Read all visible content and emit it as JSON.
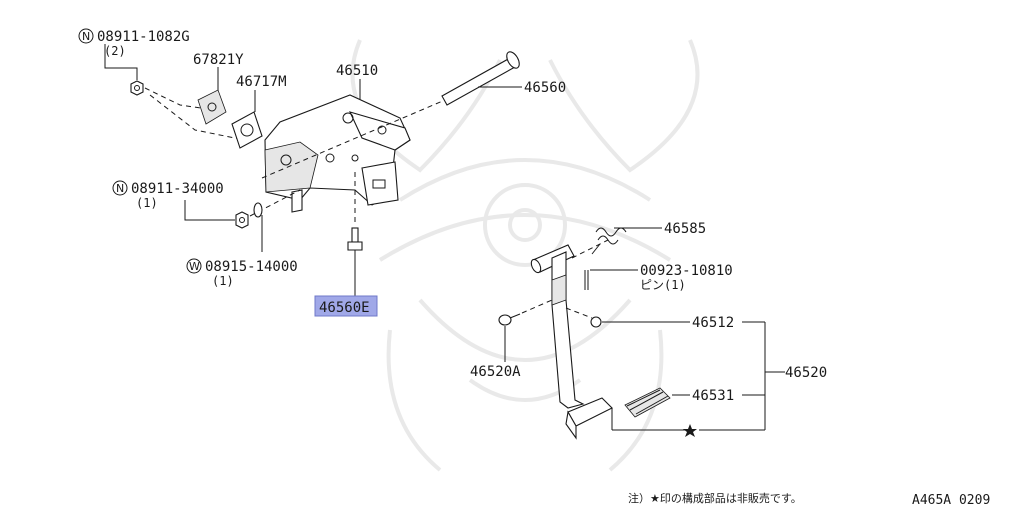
{
  "labels": {
    "nut_top": {
      "prefix": "N",
      "number": "08911-1082G",
      "qty": "(2)"
    },
    "p67821y": "67821Y",
    "p46717m": "46717M",
    "p46510": "46510",
    "p46560": "46560",
    "nut_mid": {
      "prefix": "N",
      "number": "08911-34000",
      "qty": "(1)"
    },
    "washer": {
      "prefix": "W",
      "number": "08915-14000",
      "qty": "(1)"
    },
    "p46560e": "46560E",
    "p46585": "46585",
    "pin": {
      "number": "00923-10810",
      "sub": "ピン(1)"
    },
    "p46512": "46512",
    "p46520": "46520",
    "p46520a": "46520A",
    "p46531": "46531"
  },
  "highlight_color": "#a0a8e8",
  "footer": {
    "note": "注）★印の構成部品は非販売です。",
    "code": "A465A 0209"
  },
  "icons": [
    "star-marker-icon"
  ]
}
